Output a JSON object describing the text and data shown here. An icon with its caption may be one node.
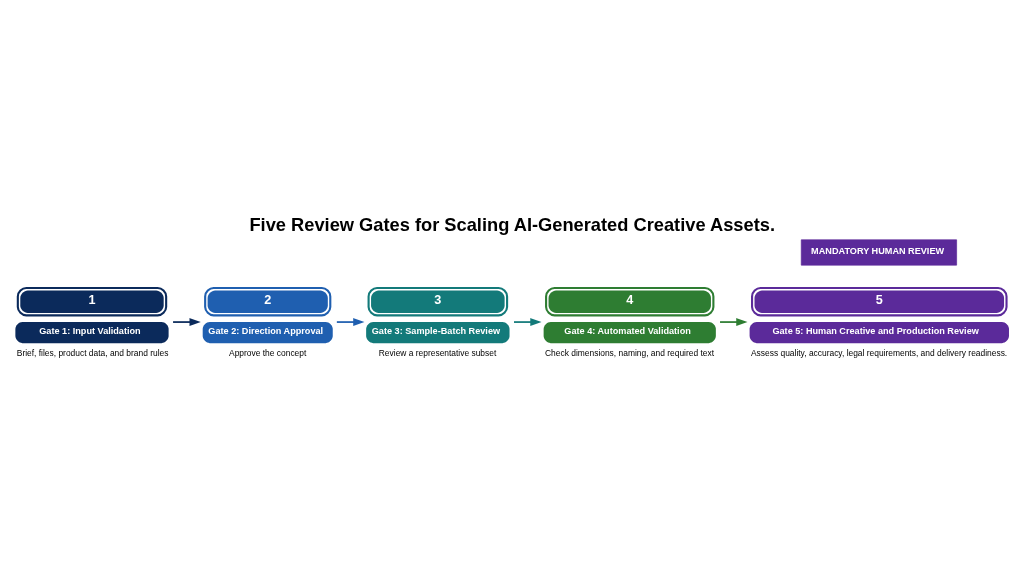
{
  "diagram": {
    "title": "Five Review Gates for Scaling AI-Generated Creative Assets.",
    "nodes": [
      {
        "text": [
          "1",
          "Gate 1: Input Validation"
        ],
        "beside": [
          "Brief, files, product data, and brand rules"
        ]
      },
      {
        "text": [
          "2",
          "Gate 2: Direction Approval"
        ],
        "beside": [
          "Approve the concept"
        ]
      },
      {
        "text": [
          "3",
          "Gate 3: Sample-Batch Review"
        ],
        "beside": [
          "Review a representative subset"
        ]
      },
      {
        "text": [
          "4",
          "Gate 4: Automated Validation"
        ],
        "beside": [
          "Check dimensions, naming, and required text"
        ]
      },
      {
        "text": [
          "5",
          "Gate 5: Human Creative and Production Review"
        ],
        "beside": [
          "Assess quality, accuracy, legal requirements, and delivery readiness."
        ]
      },
      {
        "text": [
          "MANDATORY HUMAN REVIEW"
        ]
      }
    ],
    "edges": [
      {
        "from": 0,
        "to": 1,
        "arrow": "to",
        "color": "#0b2a5b"
      },
      {
        "from": 1,
        "to": 2,
        "arrow": "to",
        "color": "#1f5fb0"
      },
      {
        "from": 2,
        "to": 3,
        "arrow": "to",
        "color": "#137a7a"
      },
      {
        "from": 3,
        "to": 4,
        "arrow": "to",
        "color": "#2e7d32"
      }
    ]
  }
}
